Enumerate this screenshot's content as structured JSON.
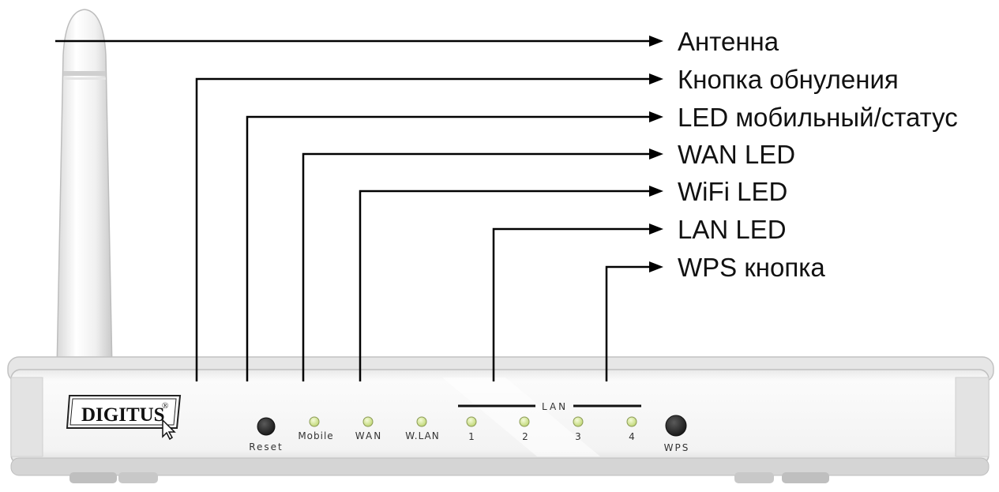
{
  "brand": "DIGITUS",
  "brand_mark": "®",
  "callouts": [
    {
      "label": "Антенна"
    },
    {
      "label": "Кнопка обнуления"
    },
    {
      "label": "LED мобильный/статус"
    },
    {
      "label": "WAN LED"
    },
    {
      "label": "WiFi LED"
    },
    {
      "label": "LAN LED"
    },
    {
      "label": "WPS кнопка"
    }
  ],
  "panel": {
    "reset_label": "Reset",
    "mobile_label": "Mobile",
    "wan_label": "WAN",
    "wlan_label": "W.LAN",
    "lan_group_label": "LAN",
    "lan_ports": [
      "1",
      "2",
      "3",
      "4"
    ],
    "wps_label": "WPS"
  },
  "colors": {
    "led": "#d6e89a",
    "button": "#2a2a2a",
    "leader_line": "#000000",
    "device_body": "#f2f2f2"
  }
}
